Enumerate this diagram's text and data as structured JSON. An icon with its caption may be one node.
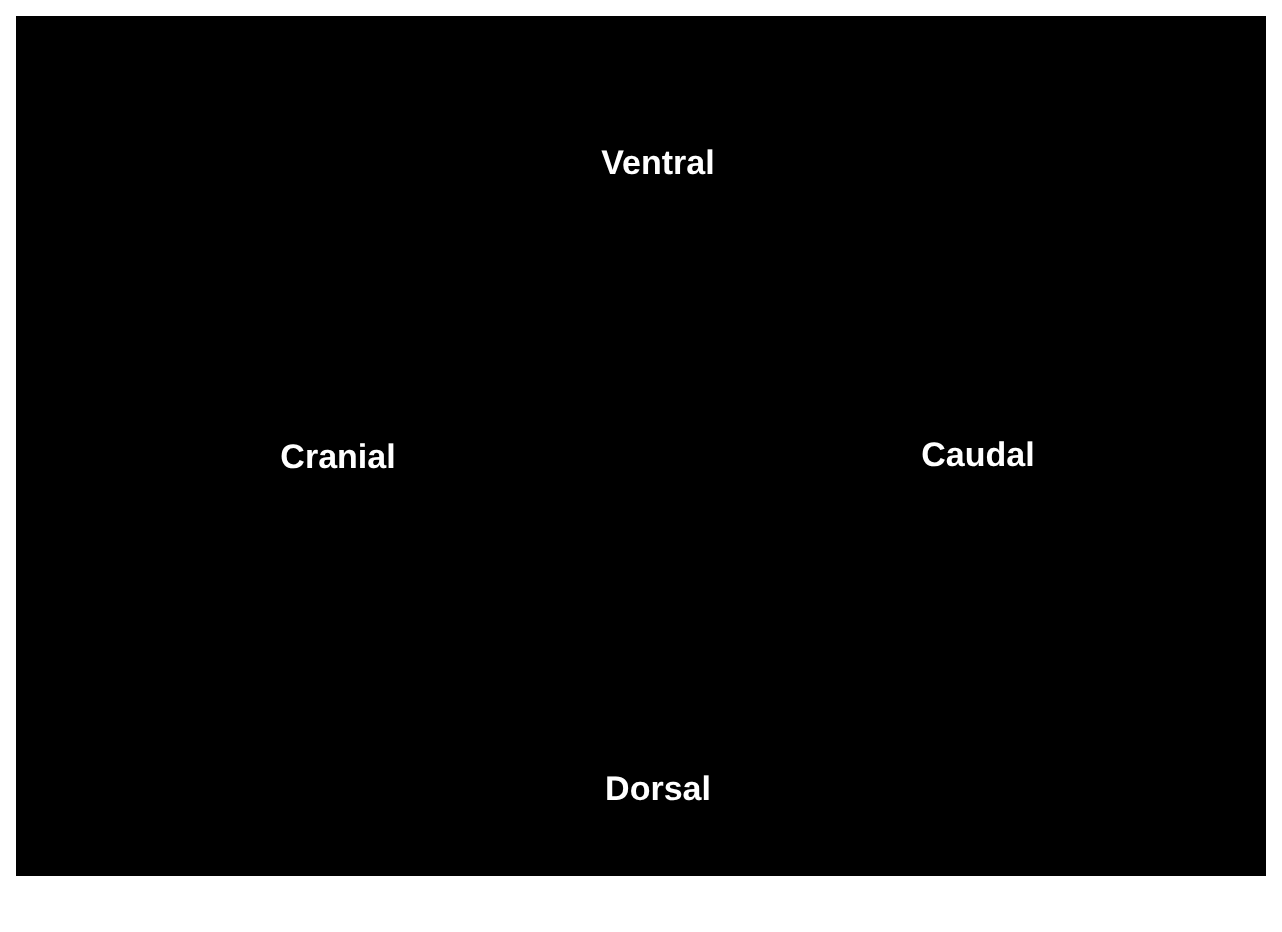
{
  "diagram": {
    "labels": [
      "Ventral",
      "Cranial",
      "Caudal",
      "Dorsal"
    ]
  }
}
